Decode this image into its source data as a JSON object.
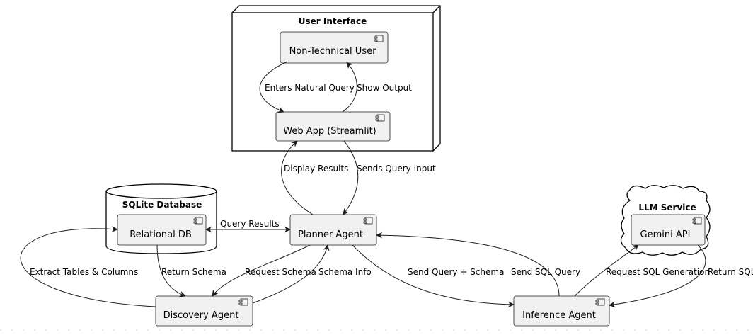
{
  "containers": {
    "user_interface": "User Interface",
    "sqlite_database": "SQLite Database",
    "llm_service": "LLM Service"
  },
  "components": {
    "non_technical_user": "Non-Technical User",
    "web_app": "Web App (Streamlit)",
    "relational_db": "Relational DB",
    "planner_agent": "Planner Agent",
    "gemini_api": "Gemini API",
    "discovery_agent": "Discovery Agent",
    "inference_agent": "Inference Agent"
  },
  "edges": {
    "enters_natural_query": "Enters Natural Query",
    "show_output": "Show Output",
    "display_results": "Display Results",
    "sends_query_input": "Sends Query Input",
    "query_results": "Query Results",
    "extract_tables_columns": "Extract Tables & Columns",
    "return_schema": "Return Schema",
    "request_schema": "Request Schema",
    "schema_info": "Schema Info",
    "send_query_schema": "Send Query + Schema",
    "send_sql_query": "Send SQL Query",
    "request_sql_generation": "Request SQL Generation",
    "return_sql": "Return SQL"
  }
}
